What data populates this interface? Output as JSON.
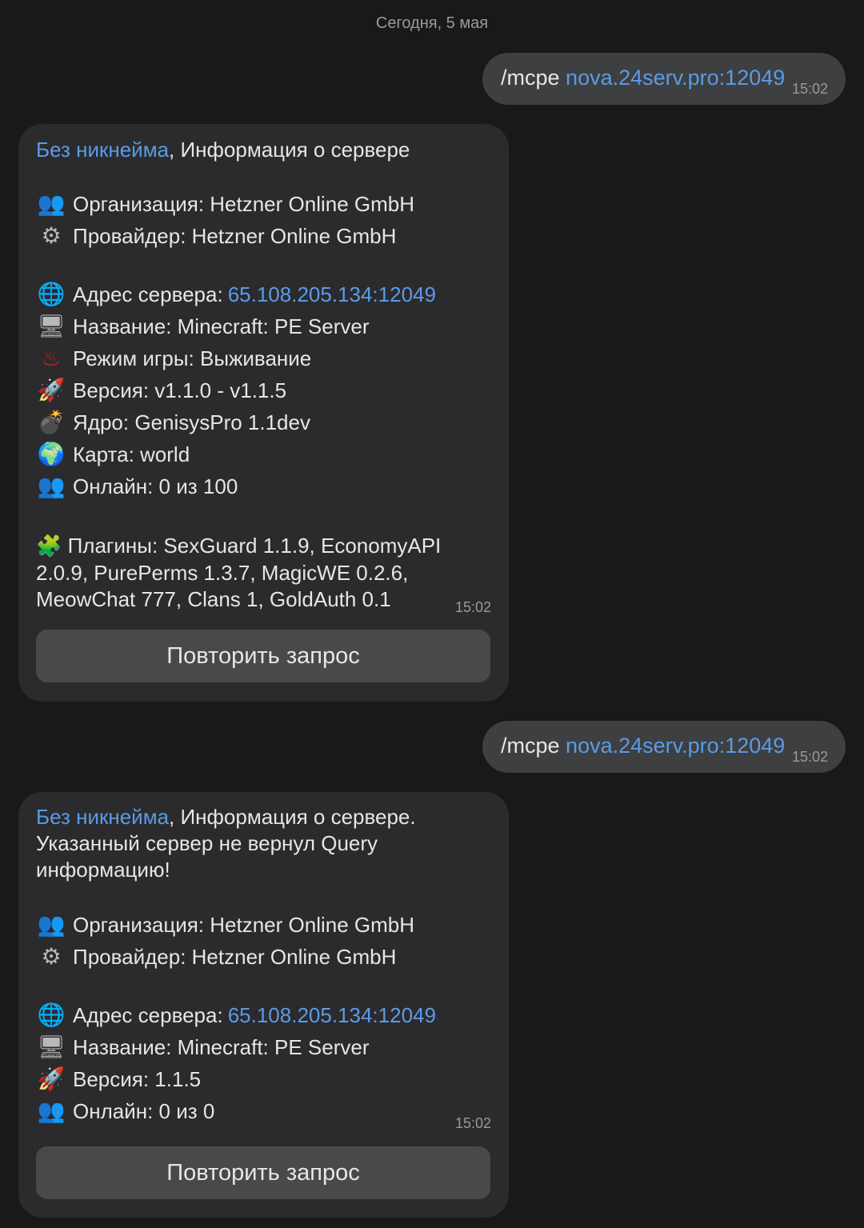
{
  "date_header": "Сегодня, 5 мая",
  "messages": [
    {
      "command": "/mcpe",
      "link": "nova.24serv.pro:12049",
      "time": "15:02"
    },
    {
      "mention": "Без никнейма",
      "title": ", Информация о сервере",
      "org": "Организация: Hetzner Online GmbH",
      "provider": "Провайдер: Hetzner Online GmbH",
      "address_label": "Адрес сервера: ",
      "address": "65.108.205.134:12049",
      "name": "Название: Minecraft: PE Server",
      "mode": "Режим игры: Выживание",
      "version": "Версия: v1.1.0 - v1.1.5",
      "core": "Ядро: GenisysPro 1.1dev",
      "map": "Карта: world",
      "online": "Онлайн: 0 из 100",
      "plugins": "Плагины: SexGuard 1.1.9, EconomyAPI 2.0.9, PurePerms 1.3.7, MagicWE 0.2.6, MeowChat 777, Clans 1, GoldAuth 0.1",
      "time": "15:02",
      "button": "Повторить запрос"
    },
    {
      "command": "/mcpe",
      "link": "nova.24serv.pro:12049",
      "time": "15:02"
    },
    {
      "mention": "Без никнейма",
      "title": ", Информация о сервере. Указанный сервер не вернул Query информацию!",
      "org": "Организация: Hetzner Online GmbH",
      "provider": "Провайдер: Hetzner Online GmbH",
      "address_label": "Адрес сервера: ",
      "address": "65.108.205.134:12049",
      "name": "Название: Minecraft: PE Server",
      "version": "Версия: 1.1.5",
      "online": "Онлайн: 0 из 0",
      "time": "15:02",
      "button": "Повторить запрос"
    }
  ],
  "icons": {
    "people": "👥",
    "gear": "⚙",
    "globe": "🌐",
    "monitor": "🖥",
    "hot": "♨",
    "rocket": "🚀",
    "bomb": "💣",
    "earth": "🌍",
    "puzzle": "🧩"
  }
}
